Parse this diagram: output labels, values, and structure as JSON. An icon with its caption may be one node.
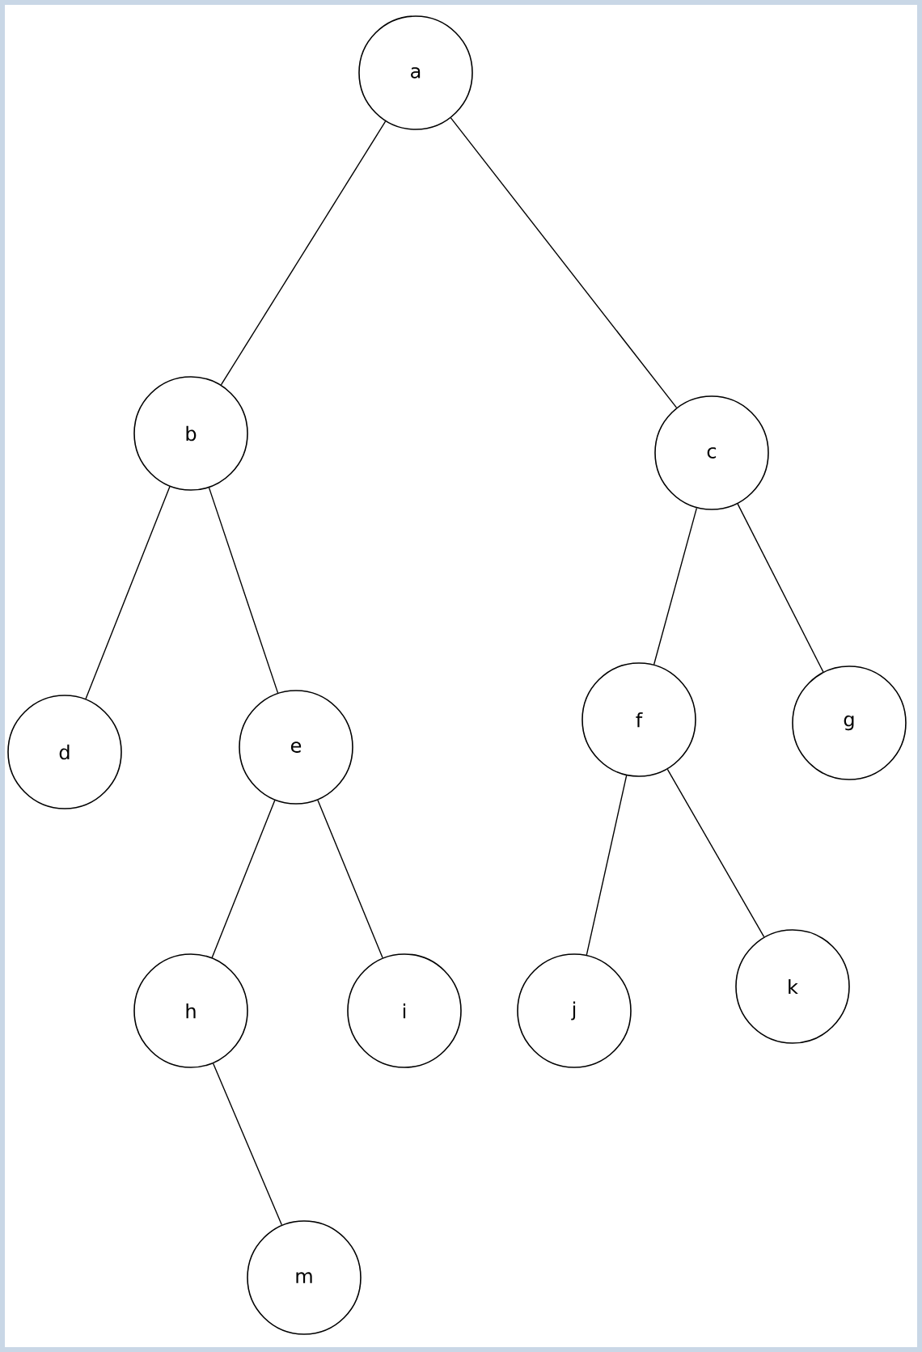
{
  "diagram": {
    "nodes": [
      {
        "text": [
          "a"
        ]
      },
      {
        "text": [
          "b"
        ]
      },
      {
        "text": [
          "c"
        ]
      },
      {
        "text": [
          "d"
        ]
      },
      {
        "text": [
          "e"
        ]
      },
      {
        "text": [
          "f"
        ]
      },
      {
        "text": [
          "g"
        ]
      },
      {
        "text": [
          "h"
        ]
      },
      {
        "text": [
          "i"
        ]
      },
      {
        "text": [
          "j"
        ]
      },
      {
        "text": [
          "k"
        ]
      },
      {
        "text": [
          "m"
        ]
      }
    ],
    "edges": [
      {
        "from": 0,
        "to": 1,
        "arrow": "none"
      },
      {
        "from": 0,
        "to": 2,
        "arrow": "none"
      },
      {
        "from": 1,
        "to": 3,
        "arrow": "none"
      },
      {
        "from": 1,
        "to": 4,
        "arrow": "none"
      },
      {
        "from": 2,
        "to": 5,
        "arrow": "none"
      },
      {
        "from": 2,
        "to": 6,
        "arrow": "none"
      },
      {
        "from": 4,
        "to": 7,
        "arrow": "none"
      },
      {
        "from": 4,
        "to": 8,
        "arrow": "none"
      },
      {
        "from": 5,
        "to": 9,
        "arrow": "none"
      },
      {
        "from": 5,
        "to": 10,
        "arrow": "none"
      },
      {
        "from": 7,
        "to": 11,
        "arrow": "none"
      }
    ]
  }
}
